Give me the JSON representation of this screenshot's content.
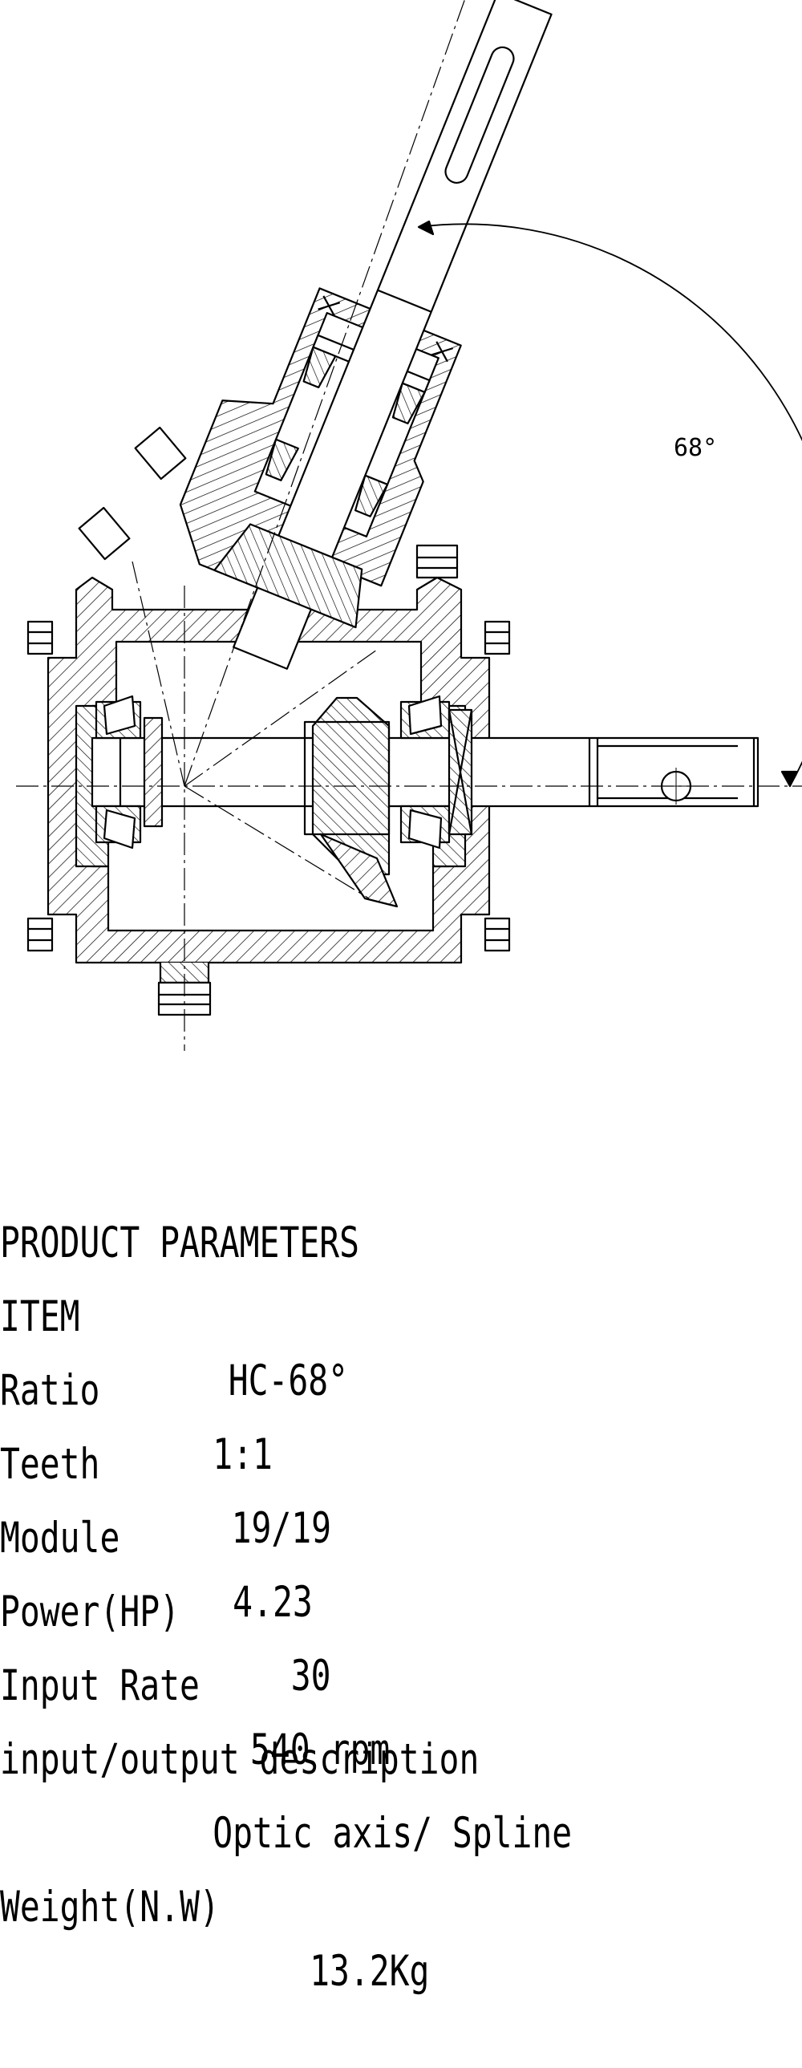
{
  "drawing": {
    "angle_label": "68°"
  },
  "params": {
    "heading": "PRODUCT PARAMETERS",
    "rows": [
      {
        "label": "ITEM",
        "value": "HC-68°"
      },
      {
        "label": "Ratio",
        "value": "1:1"
      },
      {
        "label": "Teeth",
        "value": "19/19"
      },
      {
        "label": "Module",
        "value": "4.23"
      },
      {
        "label": "Power(HP)",
        "value": "30"
      },
      {
        "label": "Input Rate",
        "value": "540 rpm"
      }
    ],
    "io_label": "input/output description",
    "io_value": "Optic axis/ Spline",
    "weight_label": "Weight(N.W)",
    "weight_value": "13.2Kg"
  }
}
